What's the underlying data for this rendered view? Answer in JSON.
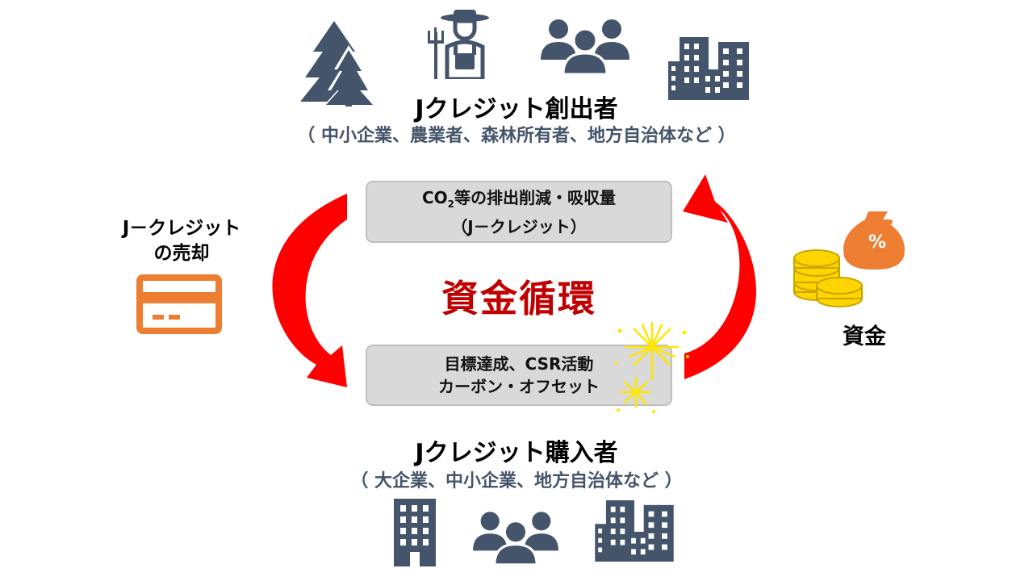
{
  "creators": {
    "title": "Jクレジット創出者",
    "subtitle": "（ 中小企業、農業者、森林所有者、地方自治体など ）",
    "icons": [
      "forest-icon",
      "farmer-icon",
      "people-icon",
      "buildings-icon"
    ]
  },
  "buyers": {
    "title": "Jクレジット購入者",
    "subtitle": "（ 大企業、中小企業、地方自治体など ）",
    "icons": [
      "office-building-icon",
      "people-icon",
      "buildings-icon"
    ]
  },
  "top_box": {
    "line1_prefix": "CO",
    "line1_sub": "2",
    "line1_suffix": "等の排出削減・吸収量",
    "line2": "（J－クレジット）"
  },
  "bottom_box": {
    "line1": "目標達成、CSR活動",
    "line2": "カーボン・オフセット"
  },
  "center_label": "資金循環",
  "left_label": {
    "line1": "J－クレジット",
    "line2": "の売却"
  },
  "right_label": "資金",
  "money_bag_symbol": "%",
  "colors": {
    "icon": "#44546a",
    "arrow": "#ff0000",
    "center_text": "#c00000",
    "card": "#ed7d31",
    "bag": "#ed7d31",
    "coin": "#ffd500",
    "firework": "#ffe600"
  }
}
